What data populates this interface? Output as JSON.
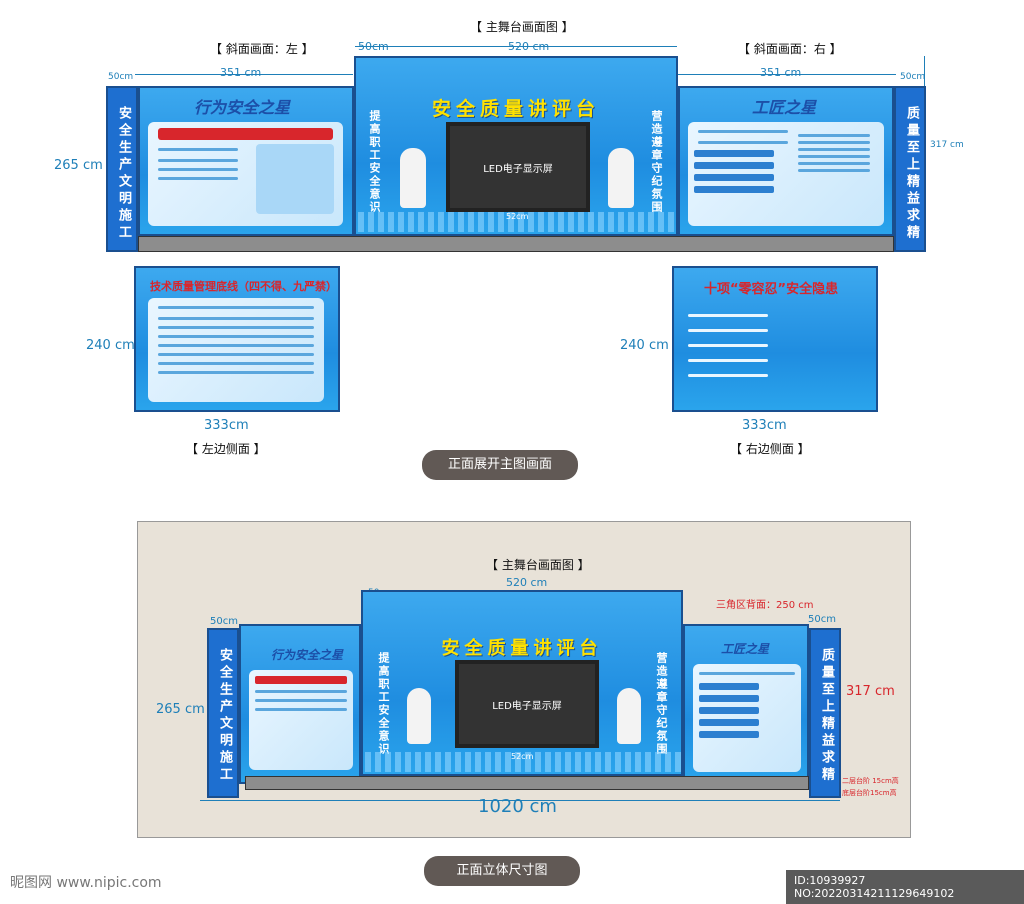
{
  "top": {
    "main_stage_title": "【 主舞台画面图 】",
    "slant_left_title": "【 斜面画面：左 】",
    "slant_right_title": "【 斜面画面：右 】",
    "dims": {
      "w520": "520 cm",
      "w351_left": "351 cm",
      "w351_right": "351 cm",
      "w50_a": "50cm",
      "w50_b": "50cm",
      "w50_c": "50cm",
      "h265": "265 cm",
      "h317": "317 cm",
      "h52": "52cm"
    },
    "left_pillar_text": "安全生产文明施工",
    "right_pillar_text": "质量至上精益求精",
    "left_board_title": "行为安全之星",
    "right_board_title": "工匠之星",
    "stage_title": "安全质量讲评台",
    "stage_left_vertical": "提高职工安全意识",
    "stage_right_vertical": "营造遵章守纪氛围",
    "led_label": "LED电子显示屏"
  },
  "sides": {
    "left_title": "技术质量管理底线（四不得、九严禁）",
    "right_title": "十项“零容忍”安全隐患",
    "left_height": "240 cm",
    "right_height": "240 cm",
    "left_width": "333cm",
    "right_width": "333cm",
    "left_caption": "【 左边侧面 】",
    "right_caption": "【 右边侧面 】"
  },
  "pill_front": "正面展开主图画面",
  "bottom": {
    "main_stage_title": "【 主舞台画面图 】",
    "w520": "520 cm",
    "w50_left": "50cm",
    "w50_right": "50cm",
    "w50_top": "50cm",
    "triangle_back": "三角区背面：250 cm",
    "h265": "265 cm",
    "h317": "317 cm",
    "h52": "52cm",
    "w1020": "1020  cm",
    "left_pillar_text": "安全生产文明施工",
    "right_pillar_text": "质量至上精益求精",
    "left_board_title": "行为安全之星",
    "right_board_title": "工匠之星",
    "stage_title": "安全质量讲评台",
    "stage_left_vertical": "提高职工安全意识",
    "stage_right_vertical": "营造遵章守纪氛围",
    "led_label": "LED电子显示屏",
    "note1": "二层台阶 15cm高",
    "note2": "底层台阶15cm高"
  },
  "pill_3d": "正面立体尺寸图",
  "watermark": "昵图网 www.nipic.com",
  "id_text": "ID:10939927 NO:20220314211129649102",
  "colors": {
    "board_blue": "#2a9be8",
    "title_yellow": "#ffe100",
    "frame_navy": "#1a4f8f",
    "dim_blue": "#1e7fb8",
    "red": "#d8262c"
  }
}
